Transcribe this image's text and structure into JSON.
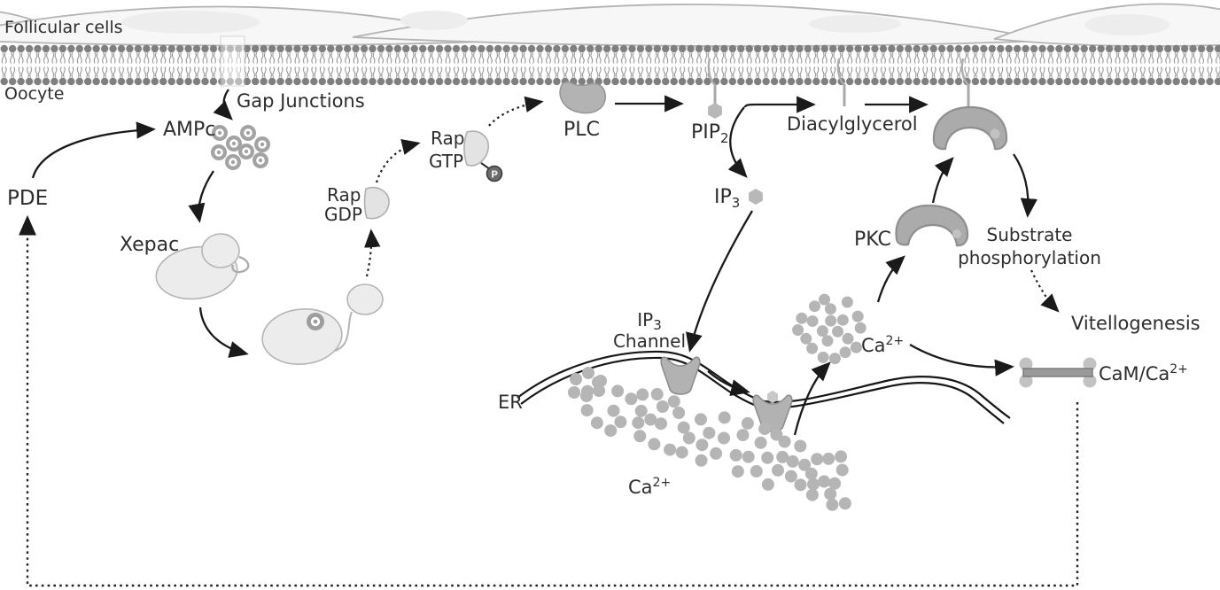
{
  "labels": {
    "follicular_cells": "Follicular cells",
    "oocyte": "Oocyte",
    "gap_junctions": "Gap Junctions",
    "pde": "PDE",
    "ampc": "AMPc",
    "xepac": "Xepac",
    "rap_gdp_line1": "Rap",
    "rap_gdp_line2": "GDP",
    "rap_gtp_line1": "Rap",
    "rap_gtp_line2": "GTP",
    "phosphate": "P",
    "plc": "PLC",
    "pip2_base": "PIP",
    "pip2_sub": "2",
    "diacylglycerol": "Diacylglycerol",
    "ip3_base": "IP",
    "ip3_sub": "3",
    "ip3_channel_line1_base": "IP",
    "ip3_channel_line1_sub": "3",
    "ip3_channel_line2": "Channel",
    "er": "ER",
    "ca_base": "Ca",
    "ca_sup": "2+",
    "ca_upper_base": "Ca",
    "ca_upper_sup": "2+",
    "pkc": "PKC",
    "substrate_line1": "Substrate",
    "substrate_line2": "phosphorylation",
    "vitellogenesis": "Vitellogenesis",
    "cam_base": "CaM/Ca",
    "cam_sup": "2+"
  },
  "colors": {
    "membrane_head": "#7f7f7f",
    "membrane_tail": "#8c8c8c",
    "ca_dot": "#b5b5b5",
    "donut": "#a3a3a3",
    "arrow": "#1a1a1a",
    "bean": "#ababab",
    "blob_light": "#ececec"
  },
  "clusters": {
    "ampc_dots": 8,
    "ca_upper_dots": 21,
    "ca_er_dots": 62,
    "ca_er_side_dots": 6
  }
}
